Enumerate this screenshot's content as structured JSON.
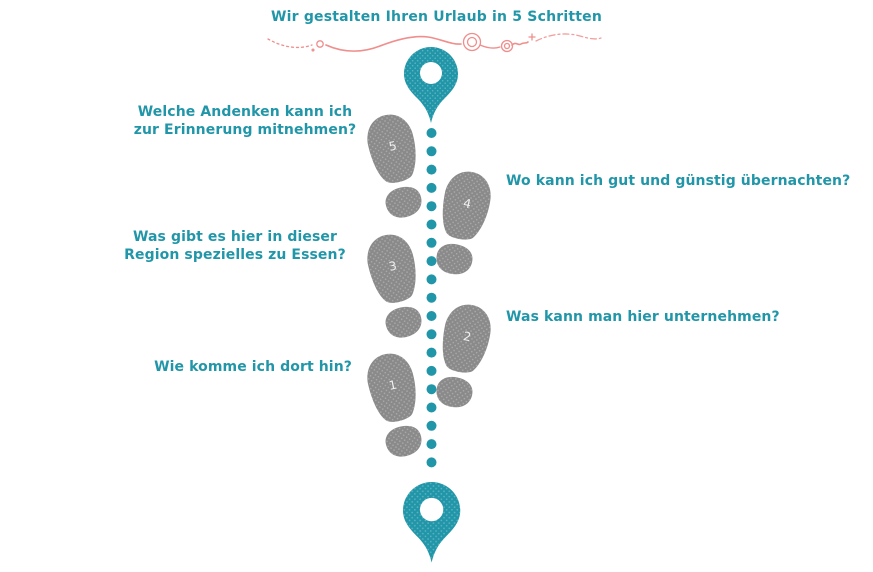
{
  "title": "Wir gestalten Ihren Urlaub in 5 Schritten",
  "colors": {
    "teal": "#2196a8",
    "gray": "#8a8a8a",
    "pink": "#ef8e8c",
    "number": "#f2f2f2",
    "background": "#ffffff"
  },
  "route": {
    "start_icon": "map-pin-icon",
    "end_icon": "map-pin-icon",
    "dot_count": 19
  },
  "steps": [
    {
      "number": "1",
      "question": "Wie komme ich dort hin?",
      "side": "left"
    },
    {
      "number": "2",
      "question": "Was kann man hier unternehmen?",
      "side": "right"
    },
    {
      "number": "3",
      "question": "Was gibt es hier in dieser Region spezielles zu Essen?",
      "side": "left"
    },
    {
      "number": "4",
      "question": "Wo kann ich gut und günstig übernachten?",
      "side": "right"
    },
    {
      "number": "5",
      "question": "Welche Andenken kann ich zur Erinnerung mitnehmen?",
      "side": "left"
    }
  ]
}
